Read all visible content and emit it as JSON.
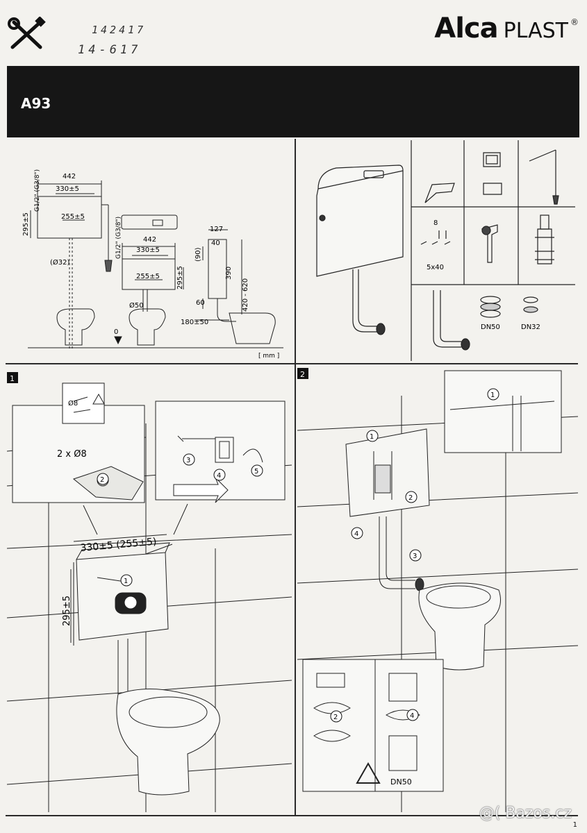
{
  "header": {
    "handwritten_line1": "142417",
    "handwritten_line2": "14-617",
    "brand_bold": "Alca",
    "brand_light": "PLAST",
    "brand_reg": "®",
    "model": "A93"
  },
  "dimensions": {
    "high_width": "442",
    "high_inner": "330±5",
    "high_holes": "255±5",
    "high_height": "295±5",
    "high_inlet": "G1/2\" (G3/8\")",
    "high_pipe": "(Ø32)",
    "low_width": "442",
    "low_inner": "330±5",
    "low_holes": "255±5",
    "low_height": "295±5",
    "low_inlet": "G1/2\" (G3/8\")",
    "low_outlet": "Ø50",
    "side_depth": "127",
    "side_top": "40",
    "side_90": "(90)",
    "side_390": "390",
    "side_range": "420 - 620",
    "side_60": "60",
    "side_offset": "180±50",
    "zero": "0",
    "unit": "[ mm ]"
  },
  "parts": {
    "screw_size": "8",
    "screw_count": "5x40",
    "seal_dn50": "DN50",
    "seal_dn32": "DN32"
  },
  "step1": {
    "number": "1",
    "drill_label": "2 x Ø8",
    "bit": "Ø8",
    "spacing": "330±5 (255±5)",
    "height": "295±5",
    "callouts": [
      "1",
      "2",
      "3",
      "4",
      "5"
    ]
  },
  "step2": {
    "number": "2",
    "callouts": [
      "1",
      "2",
      "3",
      "4"
    ],
    "detail_dn": "DN50"
  },
  "footer": {
    "watermark": "@( Bazos.cz",
    "page": "1"
  }
}
